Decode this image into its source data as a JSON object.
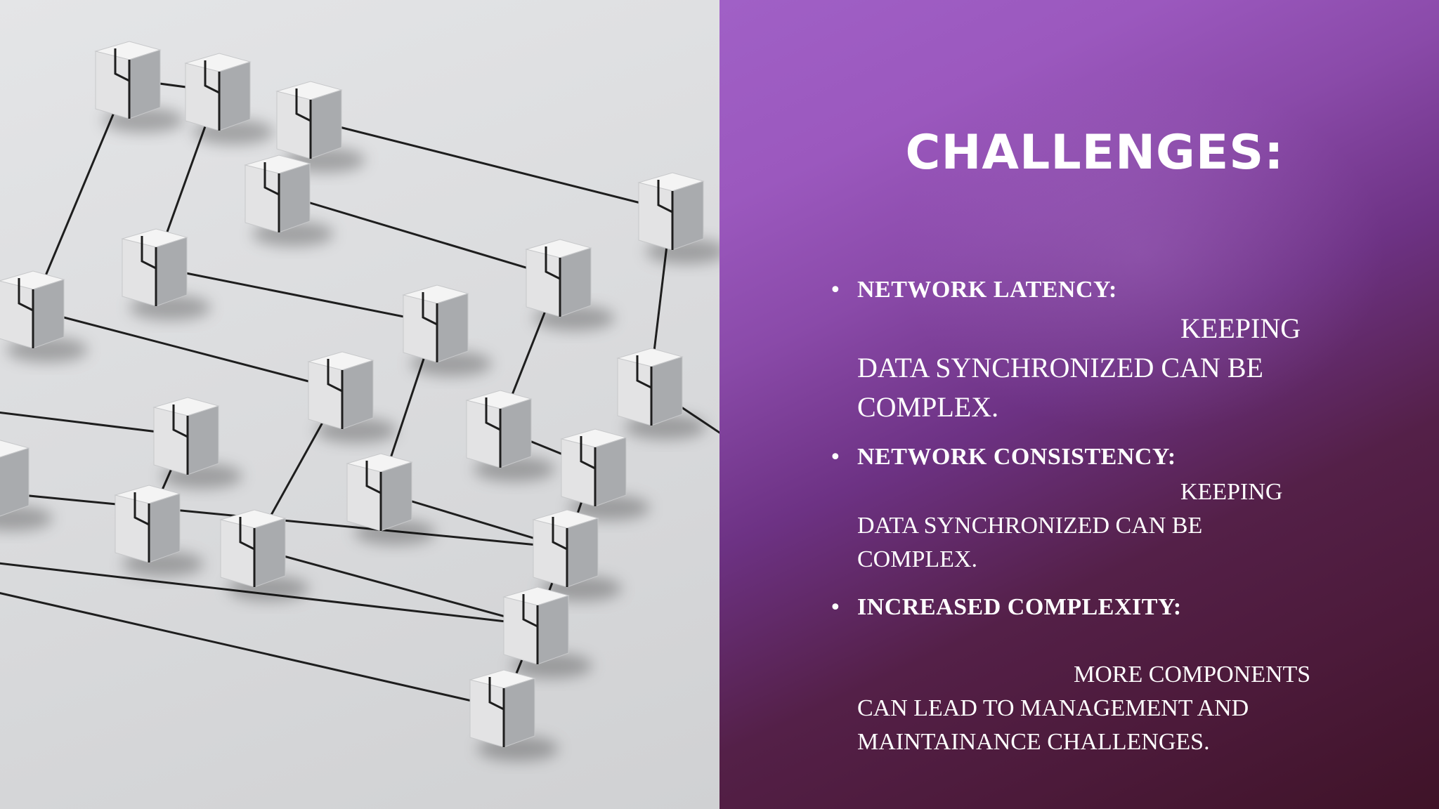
{
  "slide": {
    "title": "CHALLENGES:",
    "bullets": [
      {
        "heading": "NETWORK LATENCY:",
        "lines": [
          "KEEPING",
          "DATA SYNCHRONIZED CAN BE",
          "COMPLEX."
        ]
      },
      {
        "heading": "NETWORK CONSISTENCY:",
        "lines": [
          "KEEPING",
          "DATA SYNCHRONIZED CAN BE",
          "COMPLEX."
        ]
      },
      {
        "heading": "INCREASED COMPLEXITY:",
        "lines": [
          "MORE COMPONENTS",
          "CAN LEAD TO MANAGEMENT AND",
          "MAINTAINANCE CHALLENGES."
        ]
      }
    ]
  },
  "colors": {
    "panel_top": "#a060c6",
    "panel_bottom": "#3f1328",
    "text": "#ffffff",
    "cube_face": "#f2f2f2"
  }
}
